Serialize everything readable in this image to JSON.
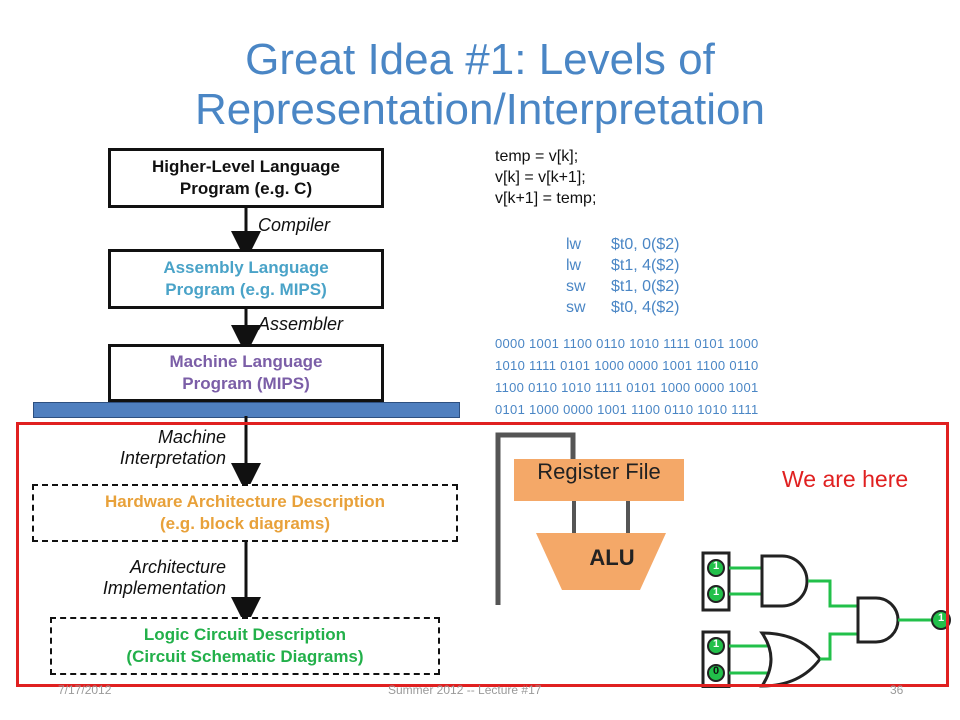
{
  "title_line1": "Great Idea #1: Levels of",
  "title_line2": "Representation/Interpretation",
  "boxes": {
    "high_level": [
      "Higher-Level Language",
      "Program (e.g.  C)"
    ],
    "assembly": [
      "Assembly Language",
      "Program (e.g.  MIPS)"
    ],
    "machine": [
      "Machine Language",
      "Program (MIPS)"
    ],
    "hardware": [
      "Hardware Architecture Description",
      "(e.g.  block diagrams)"
    ],
    "logic": [
      "Logic Circuit Description",
      "(Circuit Schematic Diagrams)"
    ]
  },
  "arrows": {
    "compiler": "Compiler",
    "assembler": "Assembler",
    "machine_interp": [
      "Machine",
      "Interpretation"
    ],
    "arch_impl": [
      "Architecture",
      "Implementation"
    ]
  },
  "c_code": [
    "temp = v[k];",
    "v[k] = v[k+1];",
    "v[k+1] = temp;"
  ],
  "asm": [
    {
      "op": "lw",
      "args": "$t0, 0($2)"
    },
    {
      "op": "lw",
      "args": "$t1, 4($2)"
    },
    {
      "op": "sw",
      "args": "$t1, 0($2)"
    },
    {
      "op": "sw",
      "args": "$t0, 4($2)"
    }
  ],
  "machine_code": [
    "0000 1001 1100 0110 1010 1111 0101 1000",
    "1010 1111 0101 1000 0000 1001 1100 0110",
    "1100 0110 1010 1111 0101 1000 0000 1001",
    "0101 1000 0000 1001 1100 0110 1010 1111"
  ],
  "diagram": {
    "register_file": "Register File",
    "alu": "ALU"
  },
  "we_are_here": "We are here",
  "circuit_inputs": [
    "1",
    "1",
    "1",
    "0"
  ],
  "circuit_output": "1",
  "footer": {
    "date": "7/17/2012",
    "course": "Summer 2012 -- Lecture #17",
    "page": "36"
  },
  "colors": {
    "title": "#4a86c5",
    "assembly": "#4aa3c8",
    "machine": "#7b5ea7",
    "orange": "#e8a13a",
    "red": "#e02020",
    "green": "#22c04a",
    "band": "#4f7fbf"
  }
}
